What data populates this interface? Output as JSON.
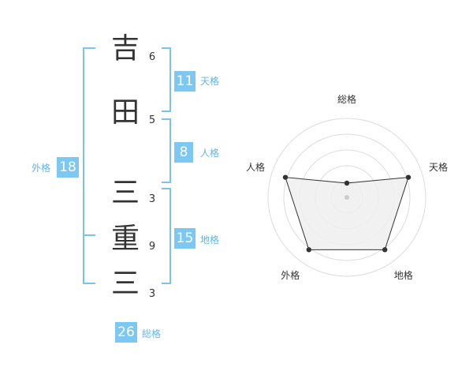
{
  "name": {
    "surname": [
      {
        "char": "吉",
        "strokes": "6"
      },
      {
        "char": "田",
        "strokes": "5"
      }
    ],
    "given": [
      {
        "char": "三",
        "strokes": "3"
      },
      {
        "char": "重",
        "strokes": "9"
      },
      {
        "char": "三",
        "strokes": "3"
      }
    ]
  },
  "scores": {
    "tenkaku": {
      "value": "11",
      "label": "天格"
    },
    "jinkaku": {
      "value": "8",
      "label": "人格"
    },
    "chikaku": {
      "value": "15",
      "label": "地格"
    },
    "gaikaku": {
      "value": "18",
      "label": "外格"
    },
    "soukaku": {
      "value": "26",
      "label": "総格"
    }
  },
  "radar": {
    "axes": [
      "総格",
      "天格",
      "地格",
      "外格",
      "人格"
    ],
    "levels": [
      0.18,
      0.82,
      0.82,
      0.82,
      0.82
    ],
    "colors": {
      "fill": "#eeeeee",
      "line": "#333333",
      "rings": "#dddddd",
      "center": "#cccccc"
    }
  },
  "colors": {
    "accent": "#7dc8f3",
    "accent_text": "#63b6e8"
  }
}
